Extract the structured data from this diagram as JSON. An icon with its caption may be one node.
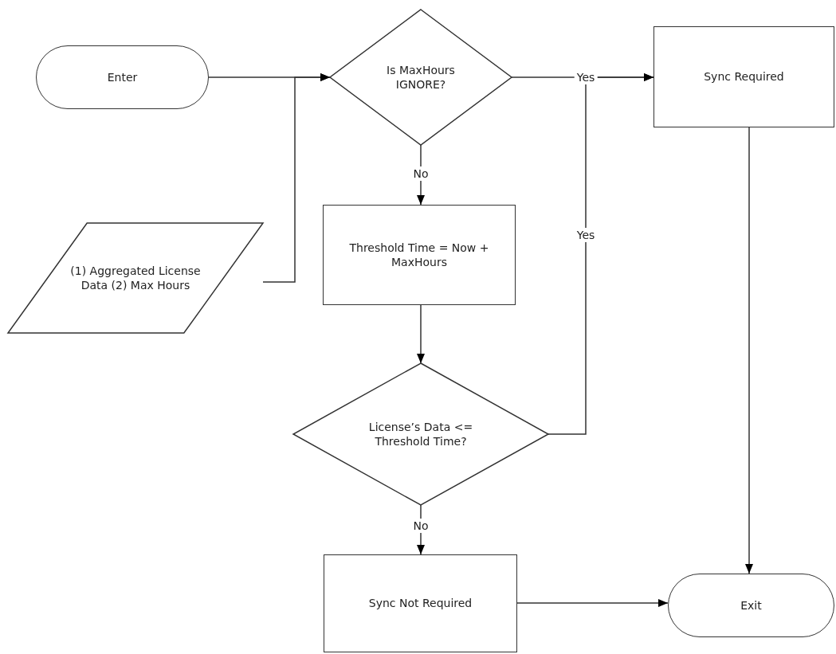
{
  "diagram": {
    "nodes": [
      {
        "text": [
          "Enter"
        ]
      },
      {
        "text": [
          "Is MaxHours IGNORE?"
        ]
      },
      {
        "text": [
          "Sync Required"
        ]
      },
      {
        "text": [
          "(1) Aggregated License Data (2) Max Hours"
        ]
      },
      {
        "text": [
          "Threshold Time = Now + MaxHours"
        ]
      },
      {
        "text": [
          "License’s Data <= Threshold Time?"
        ]
      },
      {
        "text": [
          "Sync Not Required"
        ]
      },
      {
        "text": [
          "Exit"
        ]
      }
    ],
    "edges": [
      {
        "from": 0,
        "to": 1,
        "arrow": "to"
      },
      {
        "from": 3,
        "to": 1,
        "arrow": "to"
      },
      {
        "from": 1,
        "to": 2,
        "arrow": "to",
        "label": "Yes"
      },
      {
        "from": 1,
        "to": 4,
        "arrow": "to",
        "label": "No"
      },
      {
        "from": 4,
        "to": 5,
        "arrow": "to"
      },
      {
        "from": 5,
        "to": 2,
        "arrow": "to",
        "label": "Yes"
      },
      {
        "from": 5,
        "to": 6,
        "arrow": "to",
        "label": "No"
      },
      {
        "from": 2,
        "to": 7,
        "arrow": "to"
      },
      {
        "from": 6,
        "to": 7,
        "arrow": "to"
      }
    ]
  }
}
